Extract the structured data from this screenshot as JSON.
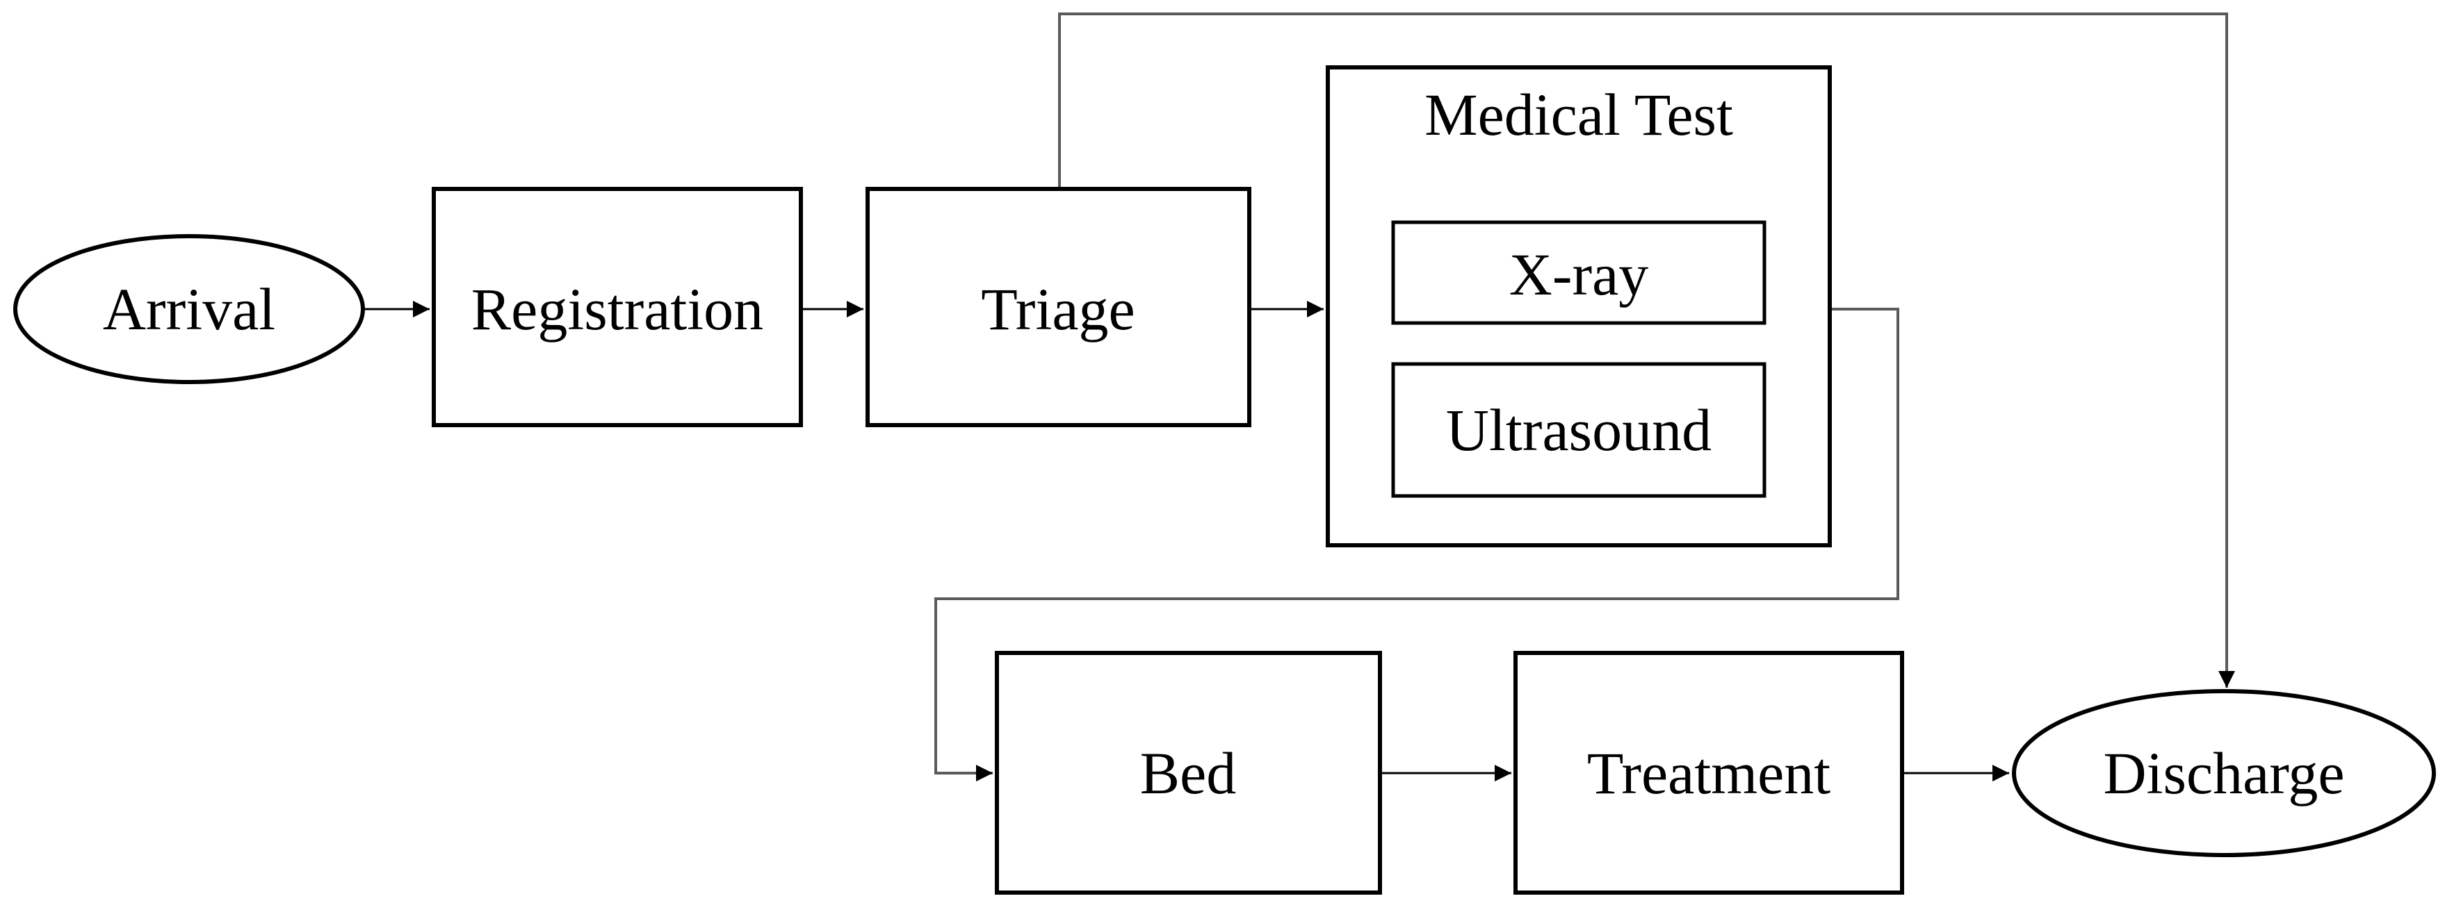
{
  "diagram": {
    "nodes": {
      "arrival": "Arrival",
      "registration": "Registration",
      "triage": "Triage",
      "medical_test": "Medical Test",
      "xray": "X-ray",
      "ultrasound": "Ultrasound",
      "bed": "Bed",
      "treatment": "Treatment",
      "discharge": "Discharge"
    },
    "edges": [
      {
        "from": "Arrival",
        "to": "Registration"
      },
      {
        "from": "Registration",
        "to": "Triage"
      },
      {
        "from": "Triage",
        "to": "Medical Test"
      },
      {
        "from": "Triage",
        "to": "Discharge"
      },
      {
        "from": "Medical Test",
        "to": "Bed"
      },
      {
        "from": "Bed",
        "to": "Treatment"
      },
      {
        "from": "Treatment",
        "to": "Discharge"
      }
    ]
  }
}
